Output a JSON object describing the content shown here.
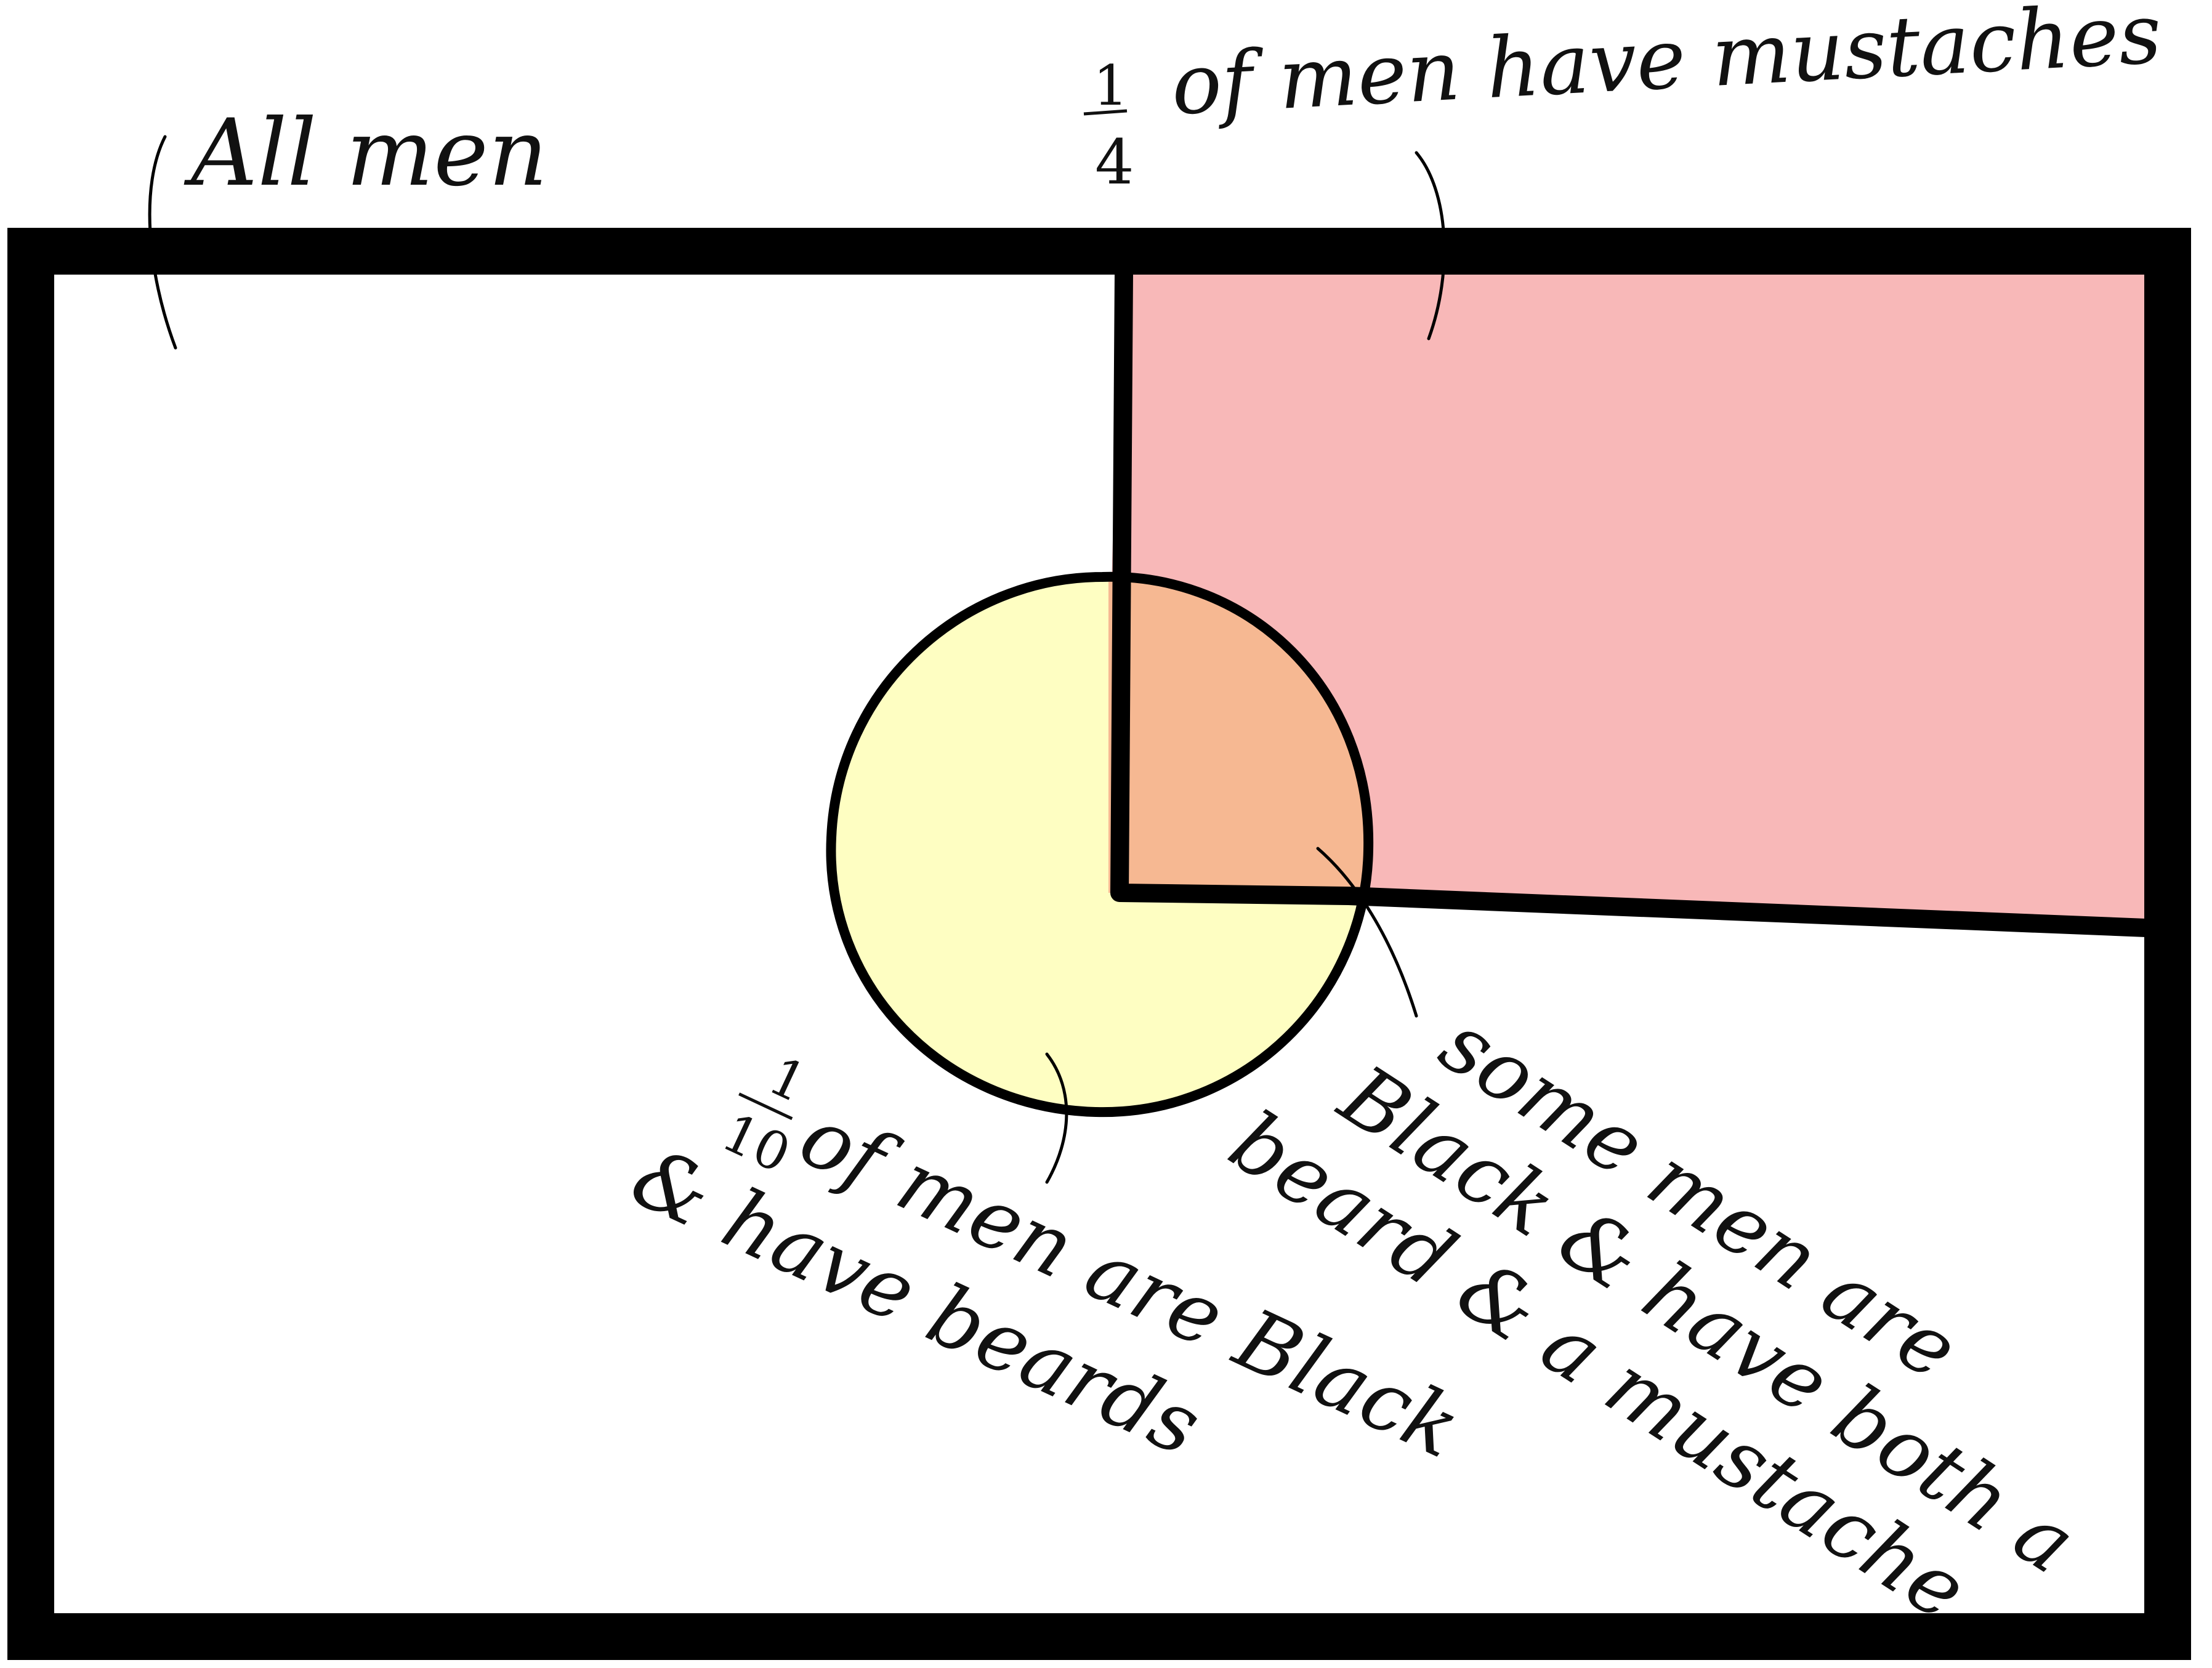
{
  "colors": {
    "background": "#ffffff",
    "outline": "#000000",
    "mustache_region": "#f8b8b8",
    "beard_region": "#fefec2",
    "overlap_region": "#f6b892"
  },
  "labels": {
    "all_men": "All men",
    "mustaches": {
      "fraction_num": "1",
      "fraction_den": "4",
      "text": "of men have mustaches"
    },
    "beards": {
      "fraction_num": "1",
      "fraction_den": "10",
      "line1": "of men are Black",
      "line2": "& have beards"
    },
    "overlap": {
      "line1": "some men are",
      "line2": "Black & have both a",
      "line3": "beard & a mustache"
    }
  }
}
